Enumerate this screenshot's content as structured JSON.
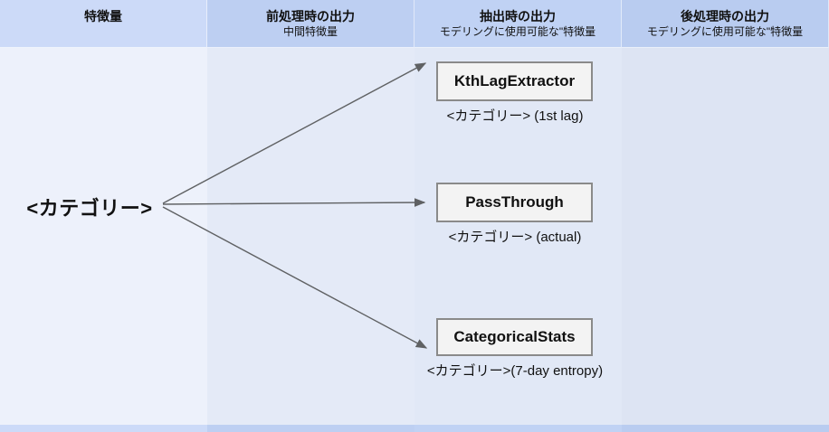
{
  "diagram": {
    "source": {
      "label": "<カテゴリー>"
    },
    "lanes": [
      {
        "title": "特徴量",
        "subtitle": ""
      },
      {
        "title": "前処理時の出力",
        "subtitle": "中間特徴量"
      },
      {
        "title": "抽出時の出力",
        "subtitle": "モデリングに使用可能な\"特徴量"
      },
      {
        "title": "後処理時の出力",
        "subtitle": "モデリングに使用可能な\"特徴量"
      }
    ],
    "nodes": [
      {
        "name": "KthLagExtractor",
        "caption": "<カテゴリー> (1st lag)"
      },
      {
        "name": "PassThrough",
        "caption": "<カテゴリー> (actual)"
      },
      {
        "name": "CategoricalStats",
        "caption": "<カテゴリー>(7-day entropy)"
      }
    ],
    "colors": {
      "header_1": "#ccdaf8",
      "header_2": "#bdcff2",
      "header_3": "#c0d2f4",
      "header_4": "#b9ccf0",
      "body_1": "#edf1fb",
      "body_2": "#e4eaf7",
      "body_3": "#e1e8f6",
      "body_4": "#dde4f3",
      "node_fill": "#f3f3f3",
      "node_border": "#8a8a8a",
      "arrow": "#5f6163"
    }
  }
}
